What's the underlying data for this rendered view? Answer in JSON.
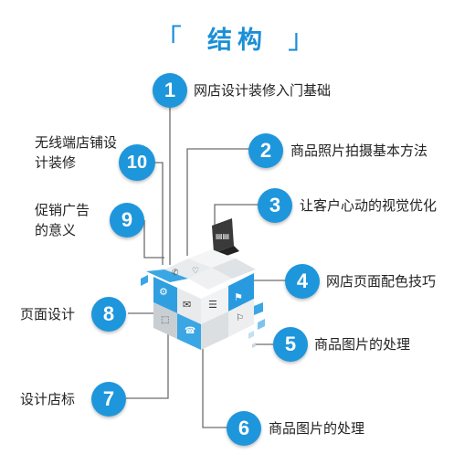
{
  "title": "结构",
  "title_bracket_left": "「",
  "title_bracket_right": "」",
  "items": [
    {
      "num": "1",
      "label": "网店设计装修入门基础"
    },
    {
      "num": "2",
      "label": "商品照片拍摄基本方法"
    },
    {
      "num": "3",
      "label": "让客户心动的视觉优化"
    },
    {
      "num": "4",
      "label": "网店页面配色技巧"
    },
    {
      "num": "5",
      "label": "商品图片的处理"
    },
    {
      "num": "6",
      "label": "商品图片的处理"
    },
    {
      "num": "7",
      "label": "设计店标"
    },
    {
      "num": "8",
      "label": "页面设计"
    },
    {
      "num": "9",
      "label": "促销广告的意义"
    },
    {
      "num": "10",
      "label": "无线端店铺设计装修"
    }
  ],
  "colors": {
    "accent": "#1e96dc",
    "line": "#6e6e6e"
  }
}
